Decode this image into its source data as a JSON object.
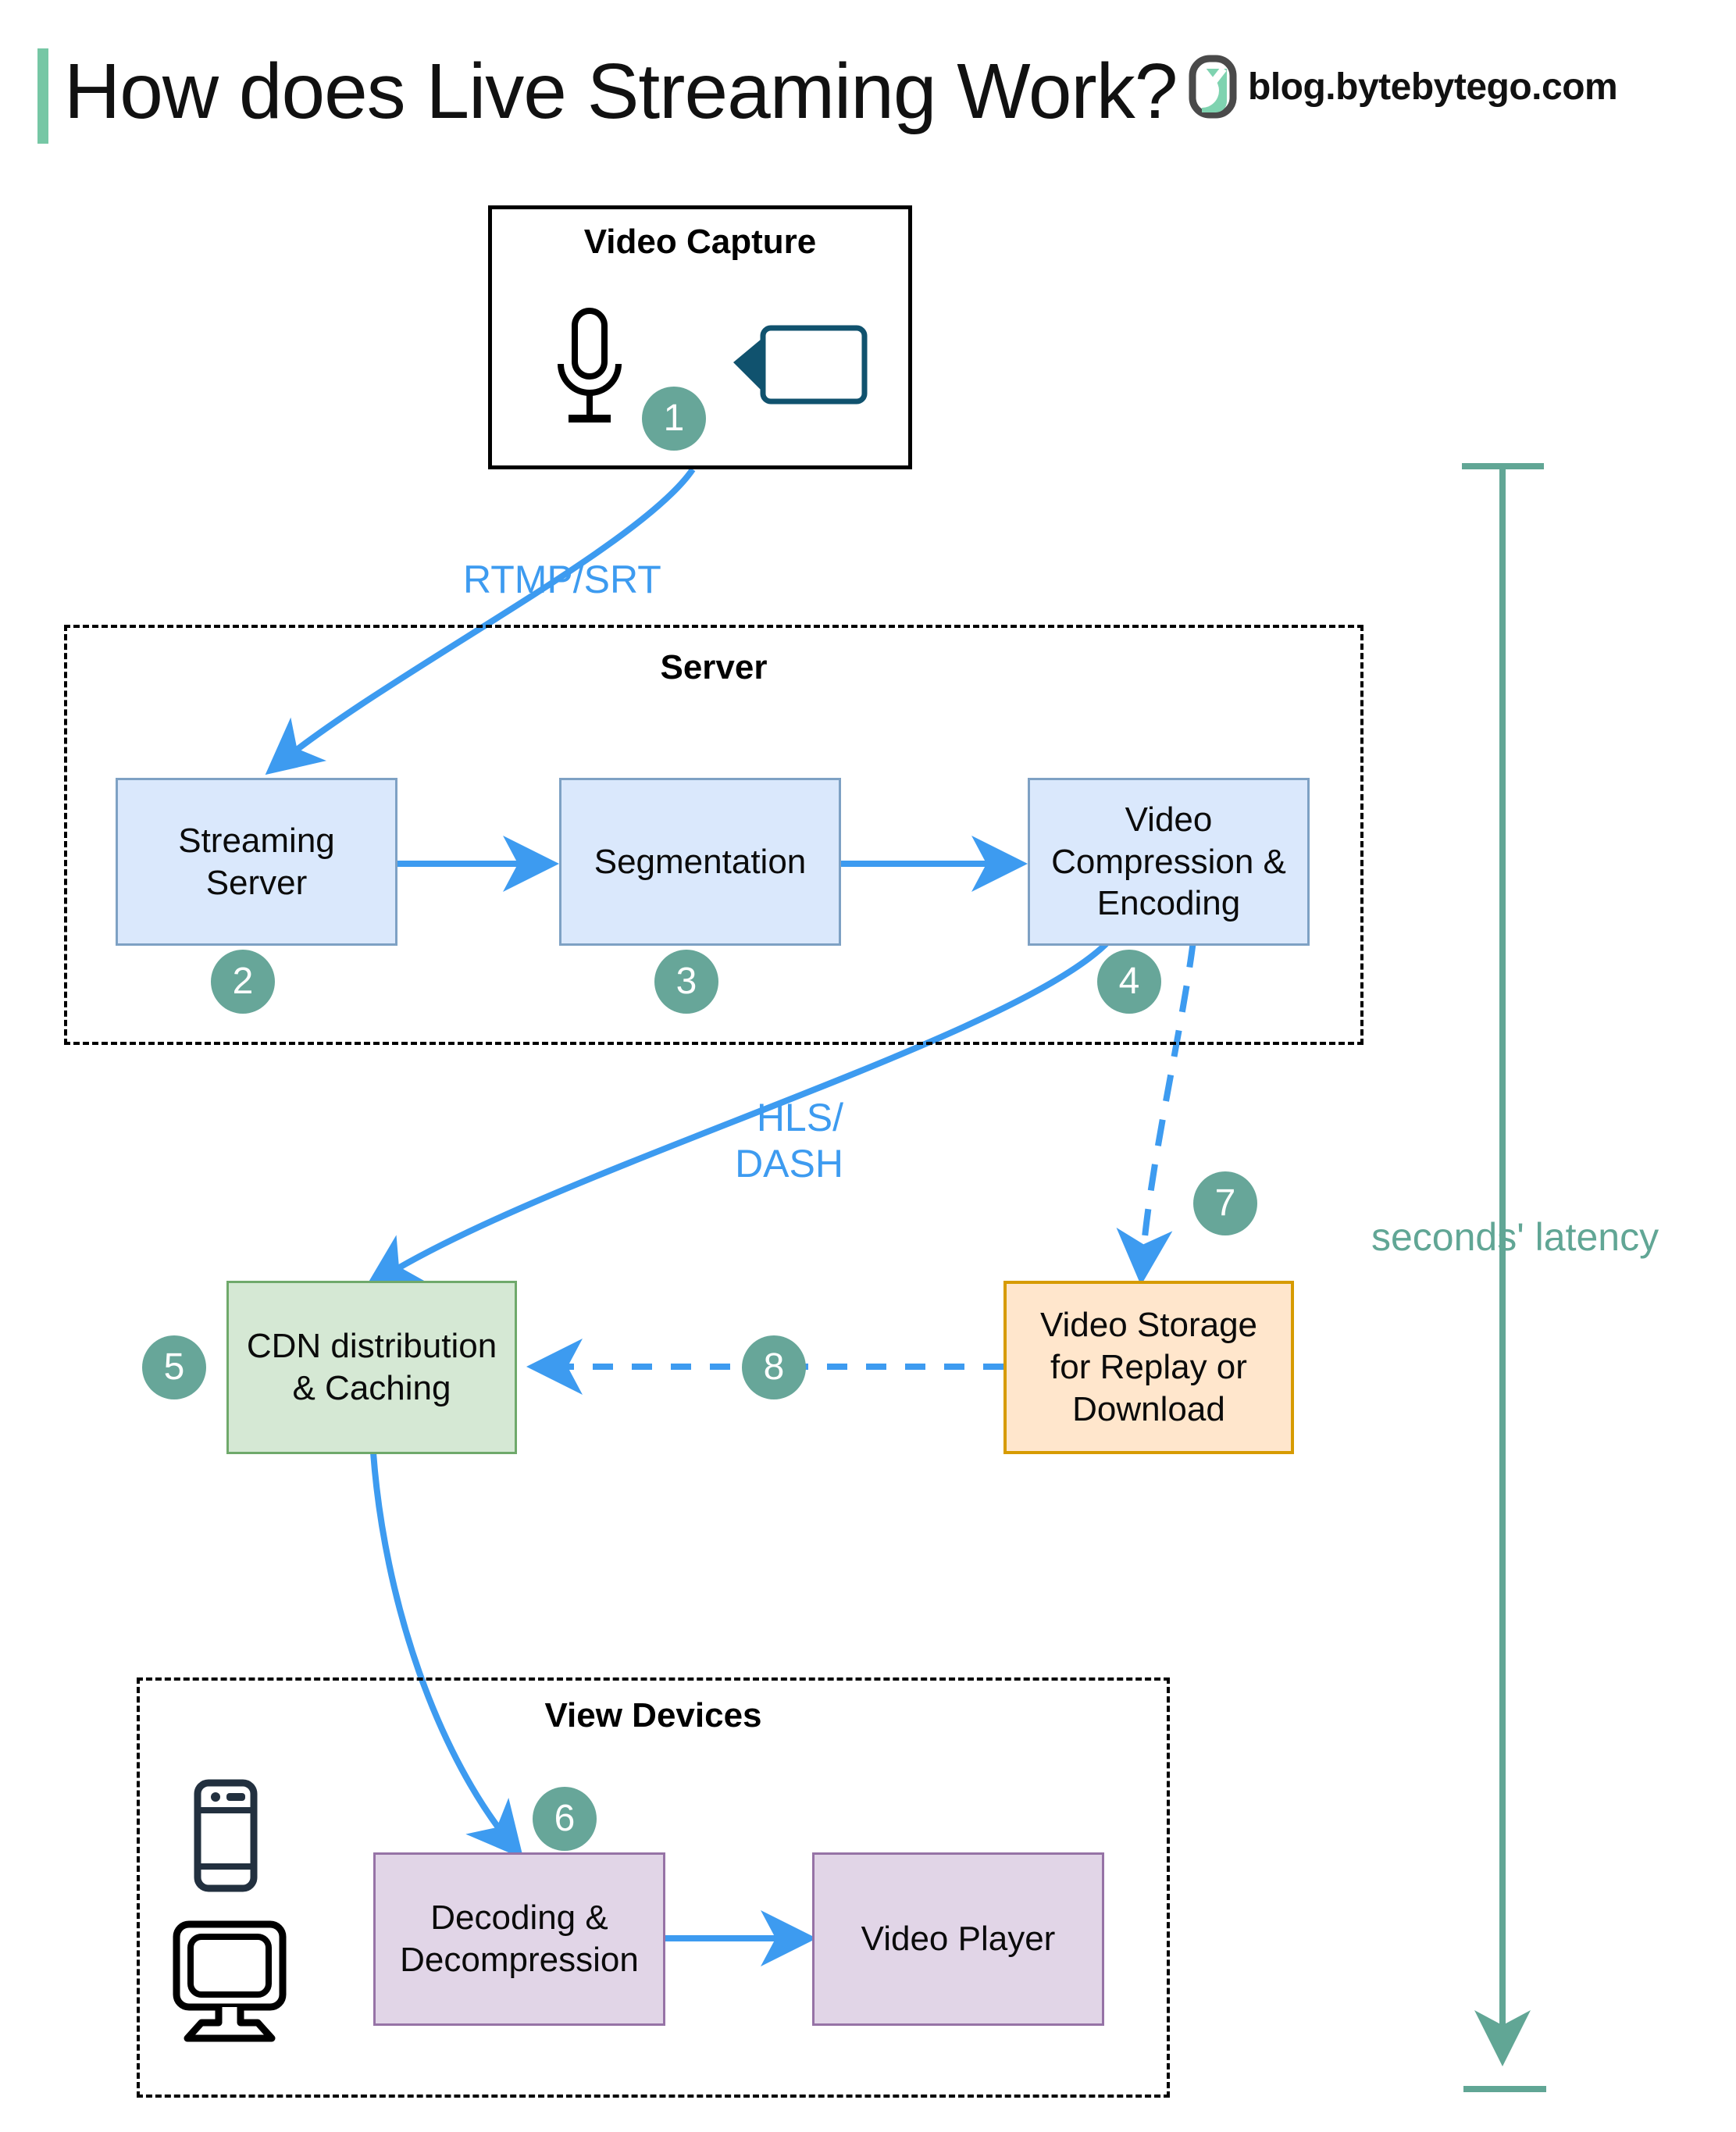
{
  "header": {
    "title": "How does Live Streaming Work?",
    "brand": "blog.bytebytego.com",
    "accent_color": "#76c7a5"
  },
  "groups": {
    "capture": {
      "label": "Video Capture"
    },
    "server": {
      "label": "Server"
    },
    "view_devices": {
      "label": "View Devices"
    }
  },
  "nodes": {
    "streaming_server": {
      "label": "Streaming\nServer",
      "fill": "#dae8fc",
      "stroke": "#7ea1c4"
    },
    "segmentation": {
      "label": "Segmentation",
      "fill": "#dae8fc",
      "stroke": "#7ea1c4"
    },
    "compression": {
      "label": "Video\nCompression &\nEncoding",
      "fill": "#dae8fc",
      "stroke": "#7ea1c4"
    },
    "cdn": {
      "label": "CDN distribution\n& Caching",
      "fill": "#d5e8d4",
      "stroke": "#6fa96b"
    },
    "storage": {
      "label": "Video Storage\nfor Replay or\nDownload",
      "fill": "#ffe6cc",
      "stroke": "#d79b00"
    },
    "decoding": {
      "label": "Decoding &\nDecompression",
      "fill": "#e1d5e7",
      "stroke": "#9673a6"
    },
    "player": {
      "label": "Video Player",
      "fill": "#e1d5e7",
      "stroke": "#9673a6"
    }
  },
  "badges": {
    "color": "#67a699",
    "items": [
      {
        "n": "1",
        "for": "video-capture"
      },
      {
        "n": "2",
        "for": "streaming-server"
      },
      {
        "n": "3",
        "for": "segmentation"
      },
      {
        "n": "4",
        "for": "video-compression-encoding"
      },
      {
        "n": "5",
        "for": "cdn-distribution-caching"
      },
      {
        "n": "6",
        "for": "decoding-decompression"
      },
      {
        "n": "7",
        "for": "compression-to-storage"
      },
      {
        "n": "8",
        "for": "storage-to-cdn"
      }
    ]
  },
  "edges": {
    "rtmp_srt": "RTMP/SRT",
    "hls_dash": "HLS/\nDASH",
    "edge_color": "#3d9bf0"
  },
  "latency": {
    "label": "seconds' latency",
    "color": "#61a695"
  },
  "icons": {
    "microphone": "microphone-icon",
    "camcorder": "camcorder-icon",
    "phone": "mobile-phone-icon",
    "monitor": "desktop-monitor-icon",
    "logo": "bytebytego-logo-icon"
  }
}
